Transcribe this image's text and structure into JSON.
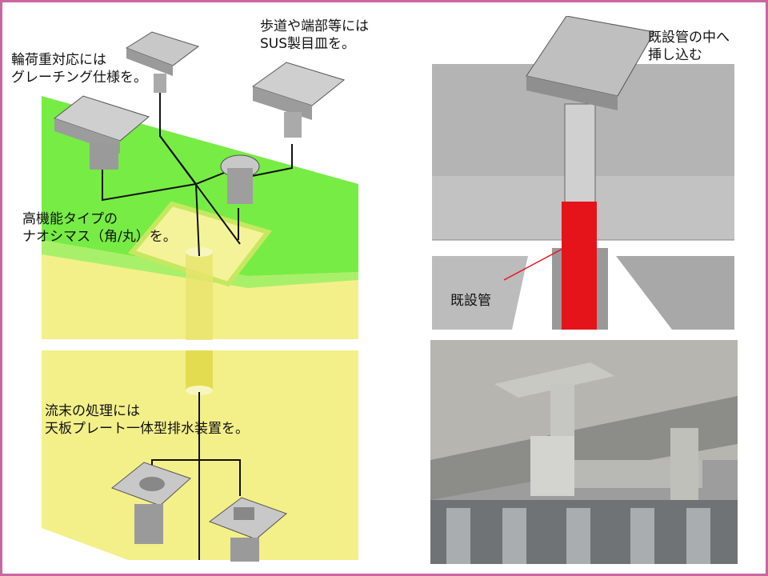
{
  "slide": {
    "labels": {
      "grating": [
        "輪荷重対応には",
        "グレーチング仕様を。"
      ],
      "sus": [
        "歩道や端部等には",
        "SUS製目皿を。"
      ],
      "high_function": [
        "高機能タイプの",
        "ナオシマス（角/丸）を。"
      ],
      "outflow": [
        "流末の処理には",
        "天板プレート一体型排水装置を。"
      ],
      "insert": [
        "既設管の中へ",
        "挿し込む"
      ],
      "existing_pipe": "既設管"
    },
    "colors": {
      "border": "#c8679f",
      "slab_green": "#77ec45",
      "yellow": "#f3f08a",
      "pipe_red": "#e5141b",
      "render_grey": "#b9b9b9"
    }
  }
}
